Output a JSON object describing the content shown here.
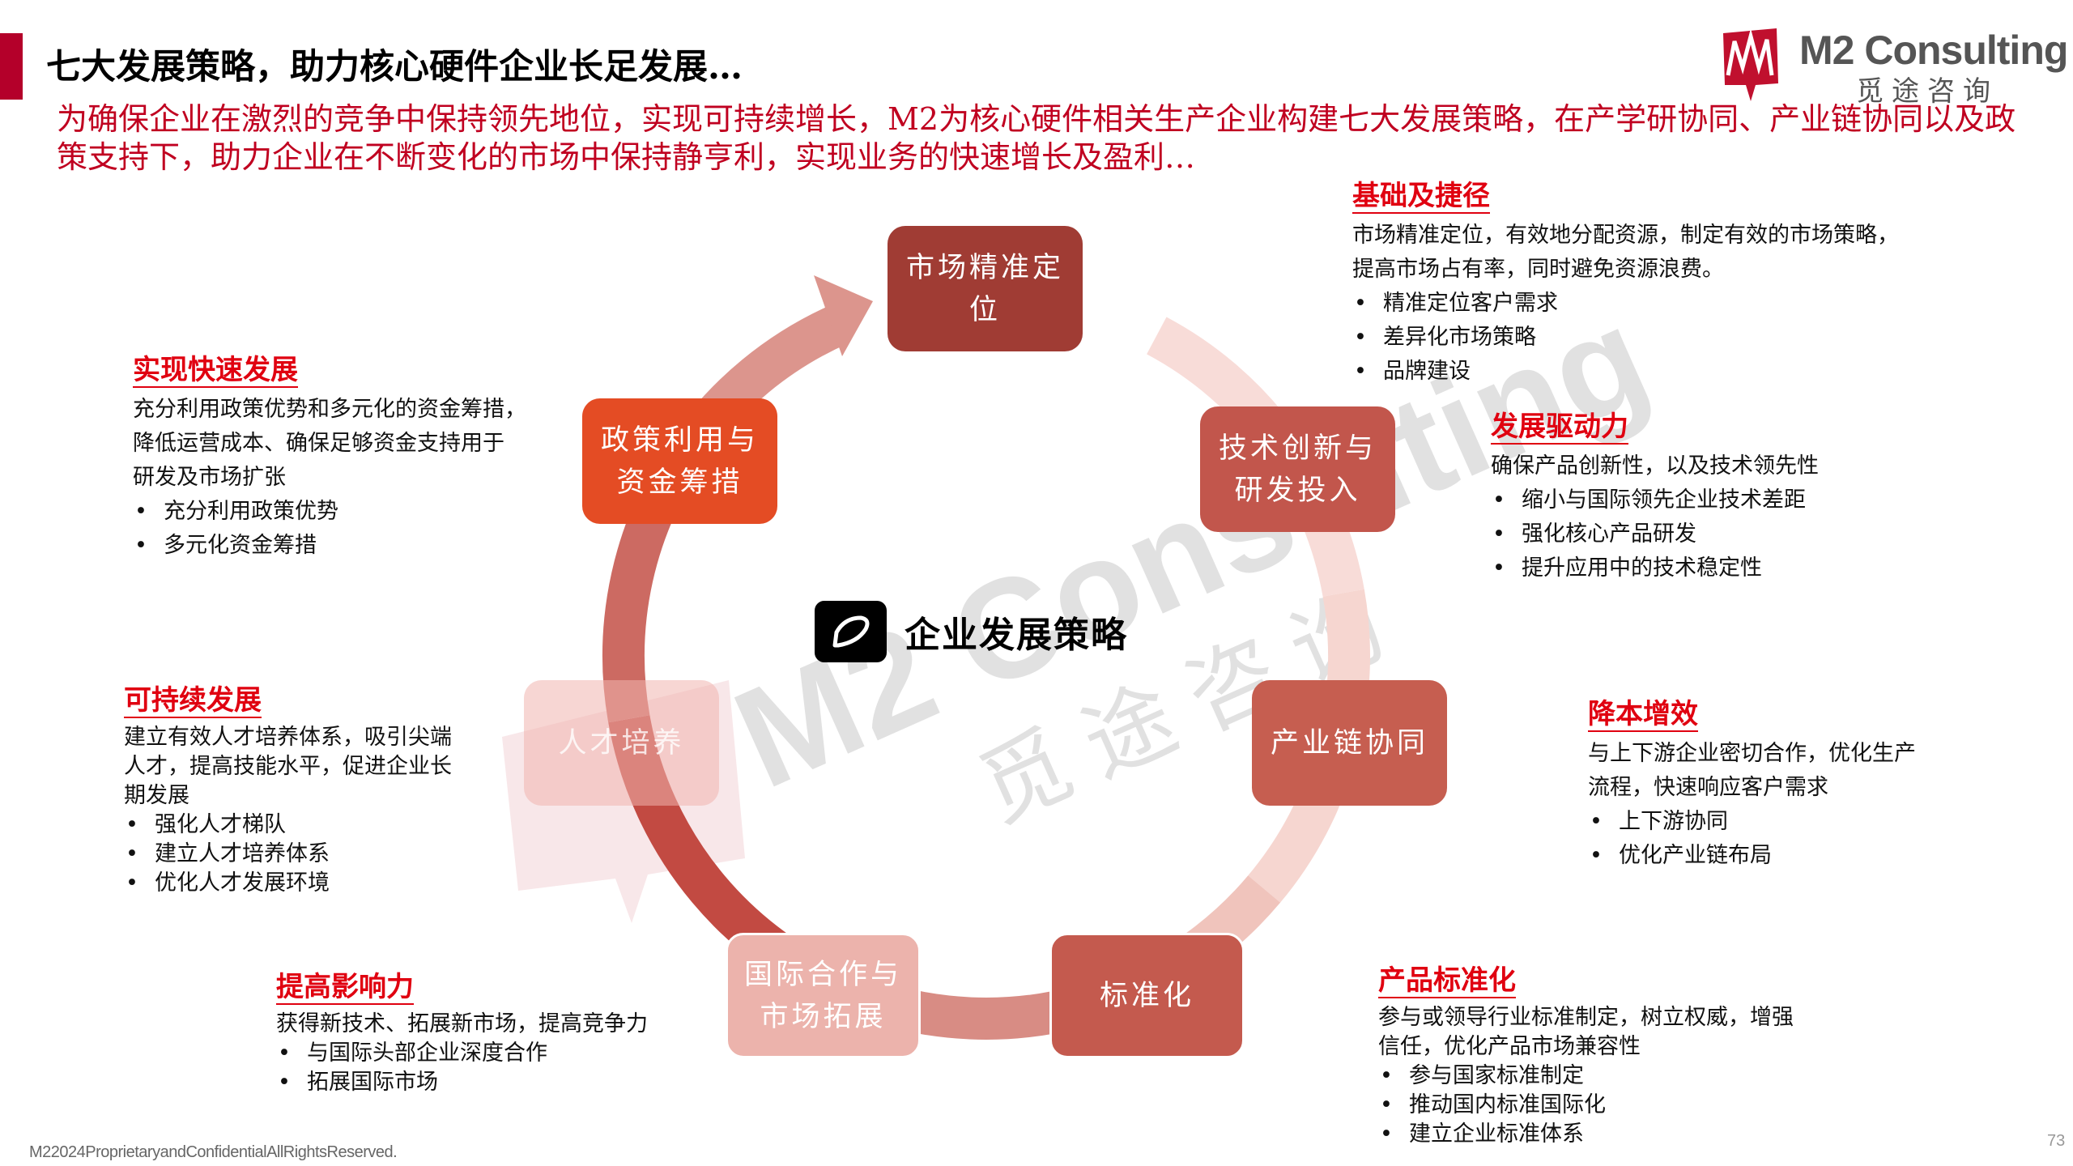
{
  "header": {
    "title": "七大发展策略，助力核心硬件企业长足发展…",
    "subtitle": "为确保企业在激烈的竞争中保持领先地位，实现可持续增长，M2为核心硬件相关生产企业构建七大发展策略，在产学研协同、产业链协同以及政策支持下，助力企业在不断变化的市场中保持静亨利，实现业务的快速增长及盈利…"
  },
  "logo": {
    "brand": "M2 Consulting",
    "cn": "觅途咨询"
  },
  "watermark": {
    "brand": "M2 Consulting",
    "cn": "觅途咨询"
  },
  "colors": {
    "accent": "#b4002a",
    "heading_red": "#e00010",
    "box_dark": "#a03c34",
    "box_orange": "#e44c24",
    "box_mid": "#c2564c",
    "box_light": "#ecb3ac"
  },
  "diagram": {
    "center_label": "企业发展策略",
    "center_icon": "pen-icon",
    "nodes": [
      {
        "label": "市场精准定位"
      },
      {
        "label": "技术创新与研发投入"
      },
      {
        "label": "产业链协同"
      },
      {
        "label": "标准化"
      },
      {
        "label": "国际合作与市场拓展"
      },
      {
        "label": "人才培养"
      },
      {
        "label": "政策利用与资金筹措"
      }
    ]
  },
  "blocks": {
    "foundation": {
      "heading": "基础及捷径",
      "body": [
        "市场精准定位，有效地分配资源，制定有效的市场策略，",
        "提高市场占有率，同时避免资源浪费。"
      ],
      "bullets": [
        "精准定位客户需求",
        "差异化市场策略",
        "品牌建设"
      ]
    },
    "drive": {
      "heading": "发展驱动力",
      "body": [
        "确保产品创新性，以及技术领先性"
      ],
      "bullets": [
        "缩小与国际领先企业技术差距",
        "强化核心产品研发",
        "提升应用中的技术稳定性"
      ]
    },
    "cost": {
      "heading": "降本增效",
      "body": [
        "与上下游企业密切合作，优化生产",
        "流程，快速响应客户需求"
      ],
      "bullets": [
        "上下游协同",
        "优化产业链布局"
      ]
    },
    "standard": {
      "heading": "产品标准化",
      "body": [
        "参与或领导行业标准制定，树立权威，增强",
        "信任，优化产品市场兼容性"
      ],
      "bullets": [
        "参与国家标准制定",
        "推动国内标准国际化",
        "建立企业标准体系"
      ]
    },
    "influence": {
      "heading": "提高影响力",
      "body": [
        "获得新技术、拓展新市场，提高竞争力"
      ],
      "bullets": [
        "与国际头部企业深度合作",
        "拓展国际市场"
      ]
    },
    "sustain": {
      "heading": "可持续发展",
      "body": [
        "建立有效人才培养体系，吸引尖端",
        "人才，提高技能水平，促进企业长",
        "期发展"
      ],
      "bullets": [
        "强化人才梯队",
        "建立人才培养体系",
        "优化人才发展环境"
      ]
    },
    "rapid": {
      "heading": "实现快速发展",
      "body": [
        "充分利用政策优势和多元化的资金筹措，",
        "降低运营成本、确保足够资金支持用于",
        "研发及市场扩张"
      ],
      "bullets": [
        "充分利用政策优势",
        "多元化资金筹措"
      ]
    }
  },
  "footer": {
    "copyright": "M22024ProprietaryandConfidentialAllRightsReserved.",
    "page": "73"
  }
}
